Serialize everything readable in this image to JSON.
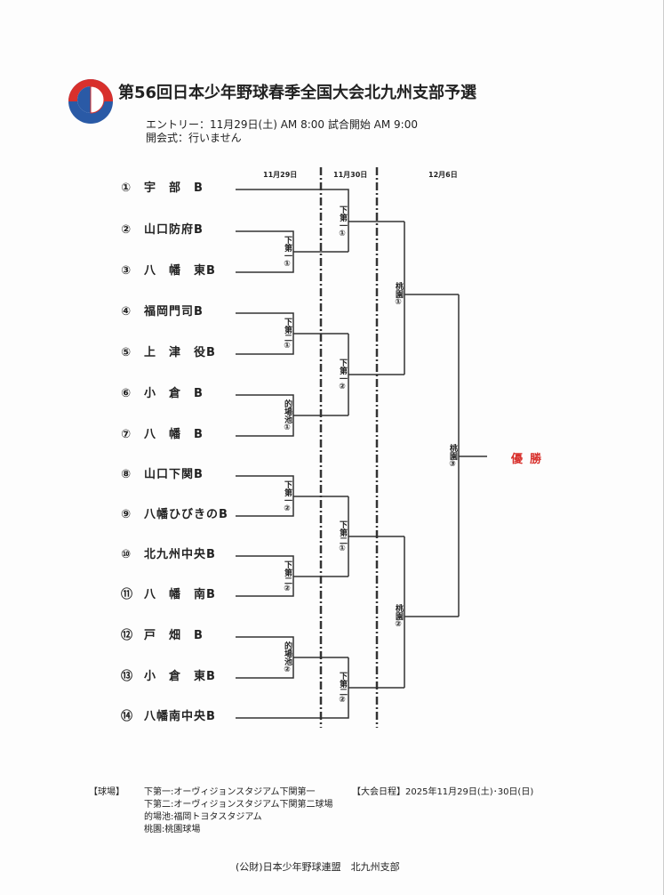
{
  "title": "第56回日本少年野球春季全国大会北九州支部予選",
  "entry": "エントリー：11月29日(土) AM 8:00  試合開始  AM 9:00",
  "opening": "開会式：行いません",
  "dates": [
    "11月29日",
    "11月30日",
    "12月6日"
  ],
  "teams": [
    {
      "num": "①",
      "name": "宇　部　B"
    },
    {
      "num": "②",
      "name": "山口防府B"
    },
    {
      "num": "③",
      "name": "八　幡　東B"
    },
    {
      "num": "④",
      "name": "福岡門司B"
    },
    {
      "num": "⑤",
      "name": "上　津　役B"
    },
    {
      "num": "⑥",
      "name": "小　倉　B"
    },
    {
      "num": "⑦",
      "name": "八　幡　B"
    },
    {
      "num": "⑧",
      "name": "山口下関B"
    },
    {
      "num": "⑨",
      "name": "八幡ひびきのB"
    },
    {
      "num": "⑩",
      "name": "北九州中央B"
    },
    {
      "num": "⑪",
      "name": "八　幡　南B"
    },
    {
      "num": "⑫",
      "name": "戸　畑　B"
    },
    {
      "num": "⑬",
      "name": "小　倉　東B"
    },
    {
      "num": "⑭",
      "name": "八幡南中央B"
    }
  ],
  "matches": {
    "r1": [
      "下第一①",
      "下第二①",
      "的場池①",
      "下第一②",
      "下第二②",
      "的場池②"
    ],
    "r2": [
      "下第一①",
      "下第一②",
      "下第二①",
      "下第二②"
    ],
    "r3": [
      "桃園①",
      "桃園②"
    ],
    "final": "桃園③"
  },
  "champion": "優勝",
  "footer": {
    "venue_label": "【球場】",
    "venues": [
      "下第一:オーヴィジョンスタジアム下関第一",
      "下第二:オーヴィジョンスタジアム下関第二球場",
      "的場池:福岡トヨタスタジアム",
      "桃園:桃園球場"
    ],
    "schedule": "【大会日程】2025年11月29日(土)･30日(日)",
    "org": "(公財)日本少年野球連盟　北九州支部"
  }
}
